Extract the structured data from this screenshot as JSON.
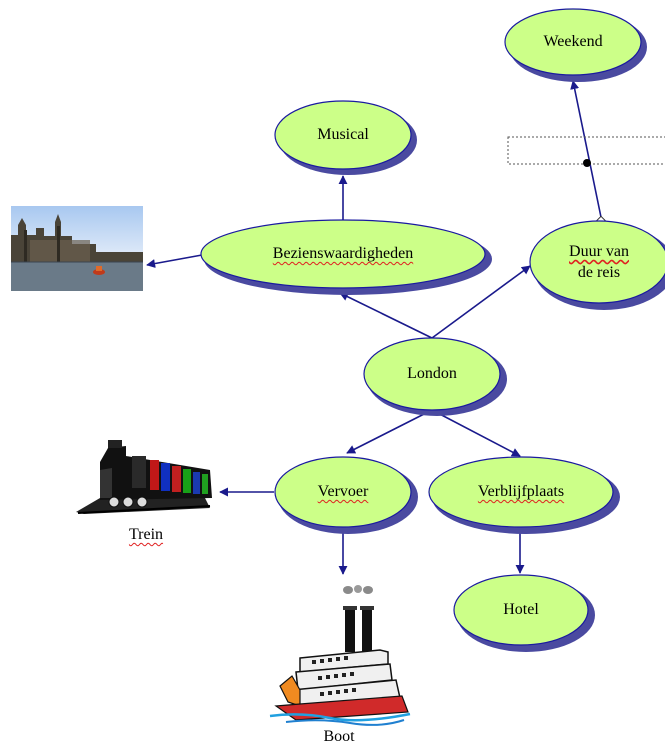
{
  "colors": {
    "node_fill": "#ccff88",
    "node_stroke": "#1a1aa0",
    "shadow": "#4a4aa0",
    "arrow": "#1a1a8c"
  },
  "nodes": {
    "weekend": "Weekend",
    "musical": "Musical",
    "bezienswaardigheden": "Bezienswaardigheden",
    "duur_line1": "Duur van",
    "duur_line2": "de reis",
    "london": "London",
    "vervoer": "Vervoer",
    "verblijfplaats": "Verblijfplaats",
    "hotel": "Hotel"
  },
  "images": {
    "photo": "london-photo-icon",
    "train": "train-icon",
    "boat": "steamboat-icon"
  },
  "captions": {
    "trein": "Trein",
    "boot": "Boot"
  },
  "link_label_box": ""
}
